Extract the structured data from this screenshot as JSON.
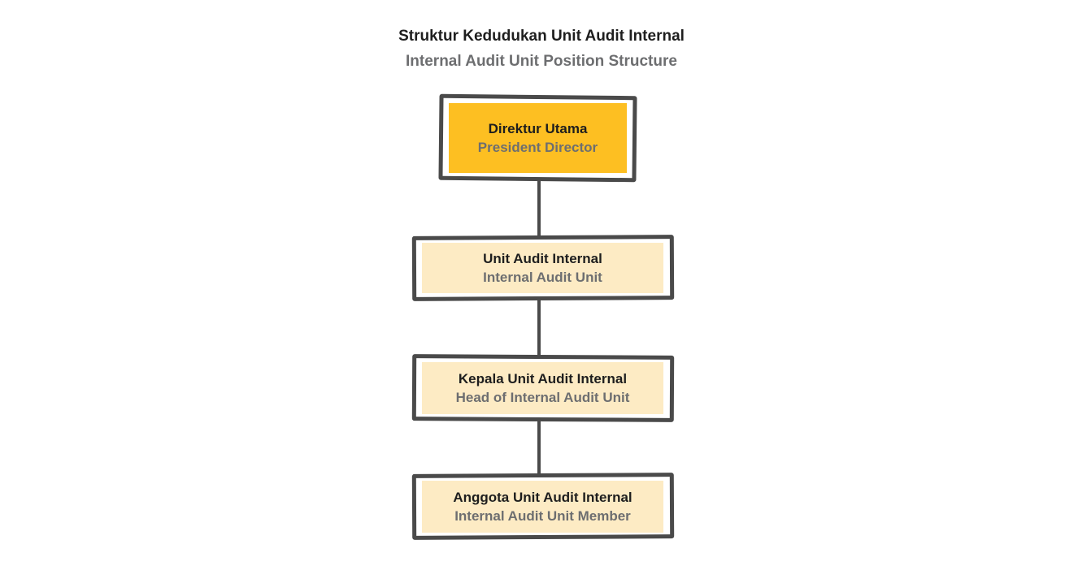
{
  "title": "Struktur Kedudukan Unit Audit Internal",
  "subtitle": "Internal Audit Unit Position Structure",
  "colors": {
    "outline": "#4a4a4a",
    "primary_fill": "#fdbf22",
    "secondary_fill": "#fdebc4"
  },
  "nodes": [
    {
      "label": "Direktur Utama",
      "sublabel": "President Director"
    },
    {
      "label": "Unit Audit Internal",
      "sublabel": "Internal Audit Unit"
    },
    {
      "label": "Kepala Unit Audit Internal",
      "sublabel": "Head of Internal Audit Unit"
    },
    {
      "label": "Anggota Unit Audit Internal",
      "sublabel": "Internal Audit Unit Member"
    }
  ]
}
